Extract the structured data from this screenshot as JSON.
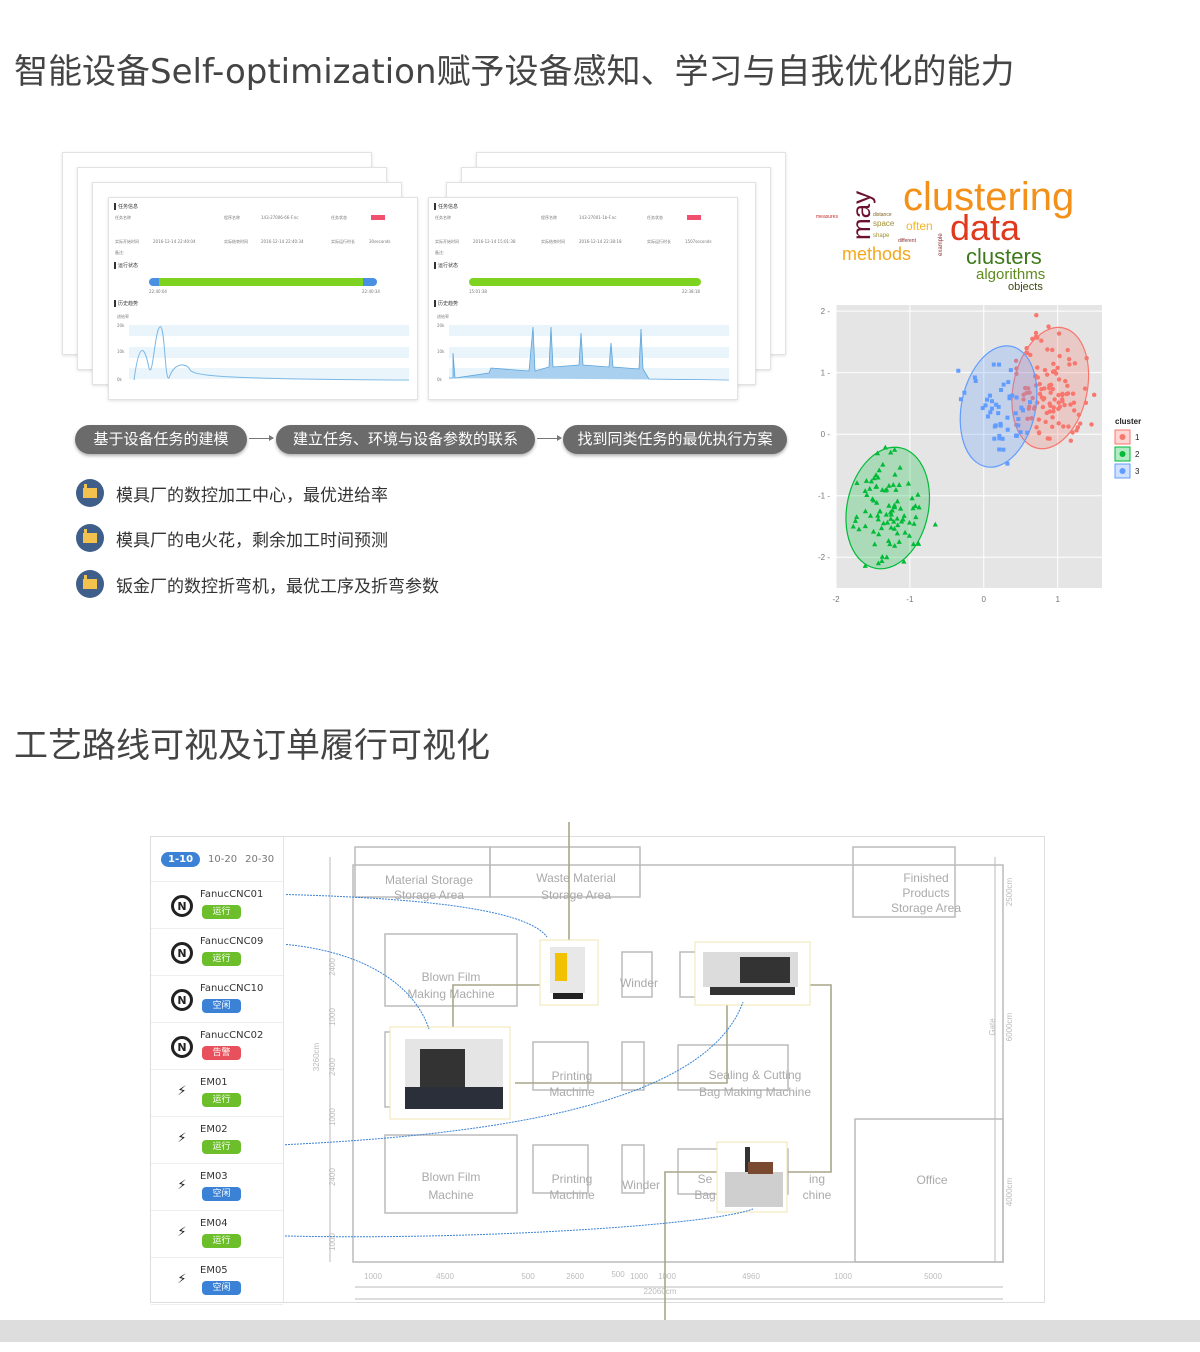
{
  "section1": {
    "title": "智能设备Self-optimization赋予设备感知、学习与自我优化的能力",
    "task_card": {
      "sec_info": "任务信息",
      "sec_status": "运行状态",
      "sec_trend": "历史趋势",
      "task_name_label": "任务名称",
      "program_label": "程序名称",
      "state_label": "任务状态",
      "actual_start_label": "实际开始时间",
      "actual_end_label": "实际结束时间",
      "actual_duration_label": "实际运行时长",
      "remark_label": "备注:",
      "left": {
        "program": "143-27006-66-F.nc",
        "start": "2016-12-14 22:40:04",
        "end": "2016-12-14 22:40:34",
        "duration": "30seconds",
        "bar_start": "22:40:04",
        "bar_end": "22:40:34"
      },
      "right": {
        "program": "143-27001-1b-F.nc",
        "start": "2016-12-14 15:01:38",
        "end": "2016-12-14 22:38:18",
        "duration": "1507seconds",
        "bar_start": "15:01:38",
        "bar_end": "22:38:18"
      },
      "y_ticks": [
        "20k",
        "10k",
        "0k"
      ],
      "trend_label": "进给率"
    },
    "flow_steps": [
      "基于设备任务的建模",
      "建立任务、环境与设备参数的联系",
      "找到同类任务的最优执行方案"
    ],
    "bullets": [
      "模具厂的数控加工中心，最优进给率",
      "模具厂的电火花，剩余加工时间预测",
      "钣金厂的数控折弯机，最优工序及折弯参数"
    ],
    "wordcloud": [
      "clustering",
      "data",
      "may",
      "methods",
      "often",
      "clusters",
      "algorithms",
      "objects",
      "space",
      "shape",
      "different",
      "example",
      "measures",
      "distance"
    ],
    "chart_data": {
      "type": "scatter",
      "title": "",
      "xlabel": "",
      "ylabel": "",
      "xlim": [
        -2,
        1.6
      ],
      "ylim": [
        -2.5,
        2.1
      ],
      "x_ticks": [
        "-2",
        "-1",
        "0",
        "1"
      ],
      "y_ticks": [
        "2",
        "1",
        "0",
        "-1",
        "-2"
      ],
      "grid": true,
      "legend": {
        "title": "cluster",
        "position": "right",
        "entries": [
          "1",
          "2",
          "3"
        ]
      },
      "series": [
        {
          "name": "1",
          "marker": "circle",
          "color": "#f8766d",
          "center": [
            0.9,
            0.75
          ],
          "ellipse_radii": [
            0.5,
            1.0
          ],
          "count": 110
        },
        {
          "name": "2",
          "marker": "triangle",
          "color": "#00ba38",
          "center": [
            -1.3,
            -1.2
          ],
          "ellipse_radii": [
            0.55,
            1.0
          ],
          "count": 90
        },
        {
          "name": "3",
          "marker": "square",
          "color": "#619cff",
          "center": [
            0.2,
            0.45
          ],
          "ellipse_radii": [
            0.5,
            1.0
          ],
          "count": 50
        }
      ]
    }
  },
  "section2": {
    "title": "工艺路线可视及订单履行可视化",
    "pager": [
      "1-10",
      "10-20",
      "20-30"
    ],
    "devices": [
      {
        "name": "FanucCNC01",
        "status": "运行",
        "type": "cnc"
      },
      {
        "name": "FanucCNC09",
        "status": "运行",
        "type": "cnc"
      },
      {
        "name": "FanucCNC10",
        "status": "空闲",
        "type": "cnc"
      },
      {
        "name": "FanucCNC02",
        "status": "告警",
        "type": "cnc"
      },
      {
        "name": "EM01",
        "status": "运行",
        "type": "em"
      },
      {
        "name": "EM02",
        "status": "运行",
        "type": "em"
      },
      {
        "name": "EM03",
        "status": "空闲",
        "type": "em"
      },
      {
        "name": "EM04",
        "status": "运行",
        "type": "em"
      },
      {
        "name": "EM05",
        "status": "空闲",
        "type": "em"
      }
    ],
    "status_colors": {
      "运行": "#6cbf2a",
      "空闲": "#3b82d6",
      "告警": "#e8505b"
    },
    "floor": {
      "material": [
        "Material Storage",
        "Storage Area"
      ],
      "waste": [
        "Waste Material",
        "Storage Area"
      ],
      "finished": [
        "Finished",
        "Products",
        "Storage Area"
      ],
      "blown1": [
        "Blown Film",
        "Making Machine"
      ],
      "winder": "Winder",
      "printing": [
        "Printing",
        "Machine"
      ],
      "sealing": [
        "Sealing & Cutting",
        "Bag Making Machine"
      ],
      "blown2": [
        "Blown Film",
        "Machine"
      ],
      "sealing2": [
        "Se",
        "ing",
        "Bag",
        "chine"
      ],
      "office": "Office",
      "gate": "Gate",
      "dims_v_left": [
        "2400",
        "1000",
        "2400",
        "1000",
        "2400",
        "1000"
      ],
      "dim_total_v": "3260cm",
      "dims_v_right": [
        "2500cm",
        "6000cm",
        "4000cm"
      ],
      "dims_h": [
        "1000",
        "4500",
        "500",
        "2600",
        "500",
        "1000",
        "1000",
        "4960",
        "1000",
        "5000"
      ],
      "dim_total_h": "22060cm"
    }
  }
}
